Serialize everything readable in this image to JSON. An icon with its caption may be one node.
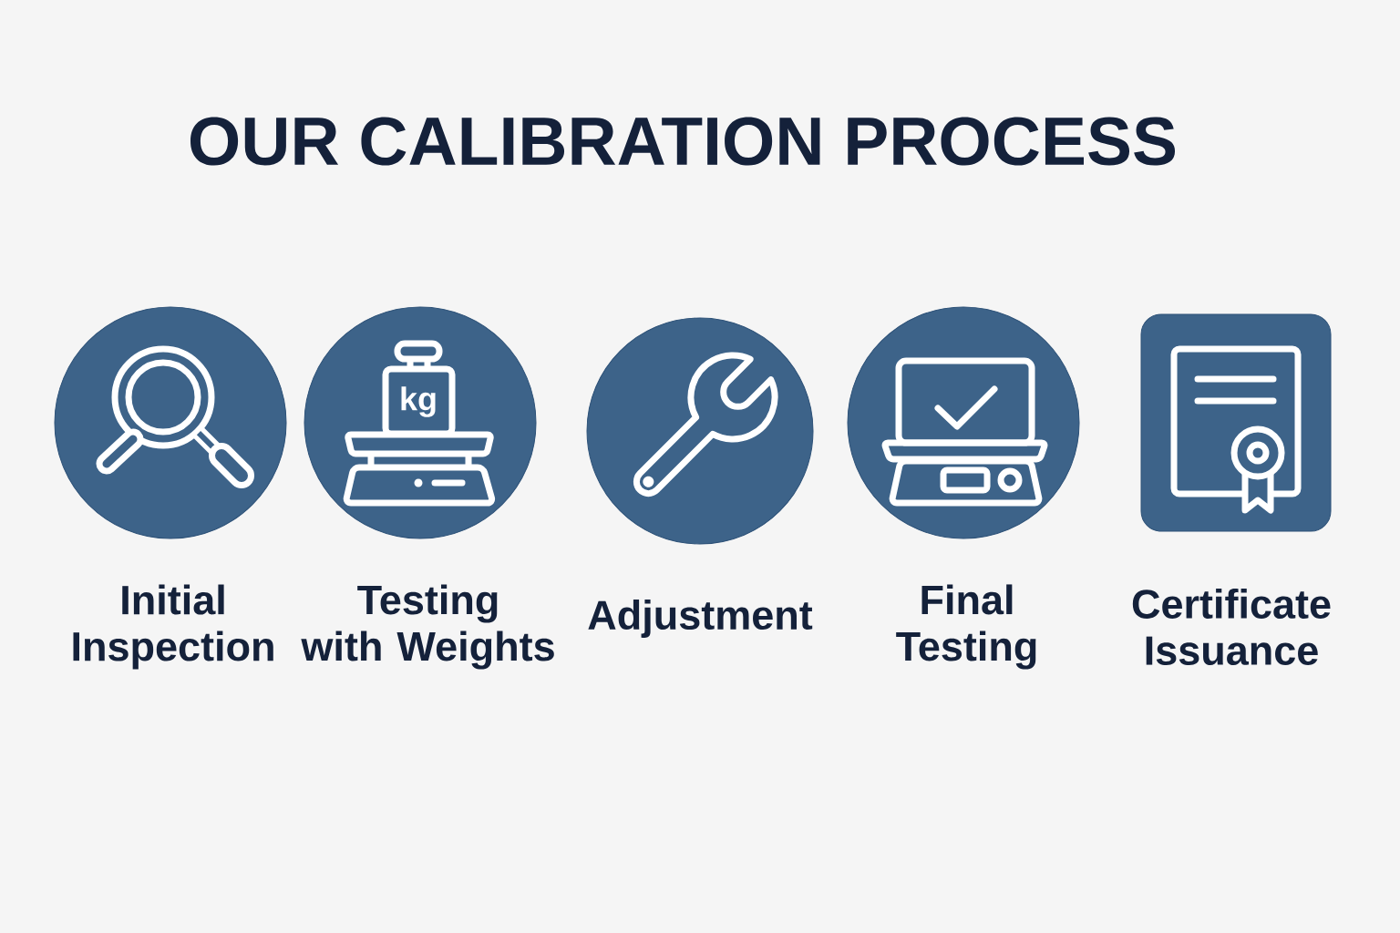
{
  "diagram": {
    "title": "OUR CALIBRATION PROCESS",
    "nodes": [
      {
        "text": [
          "Initial Inspection"
        ]
      },
      {
        "text": [
          "Testing with Weights"
        ]
      },
      {
        "text": [
          "Adjustment"
        ]
      },
      {
        "text": [
          "Final Testing"
        ]
      },
      {
        "text": [
          "Certificate Issuance"
        ]
      }
    ],
    "labels": [
      "kg"
    ]
  }
}
